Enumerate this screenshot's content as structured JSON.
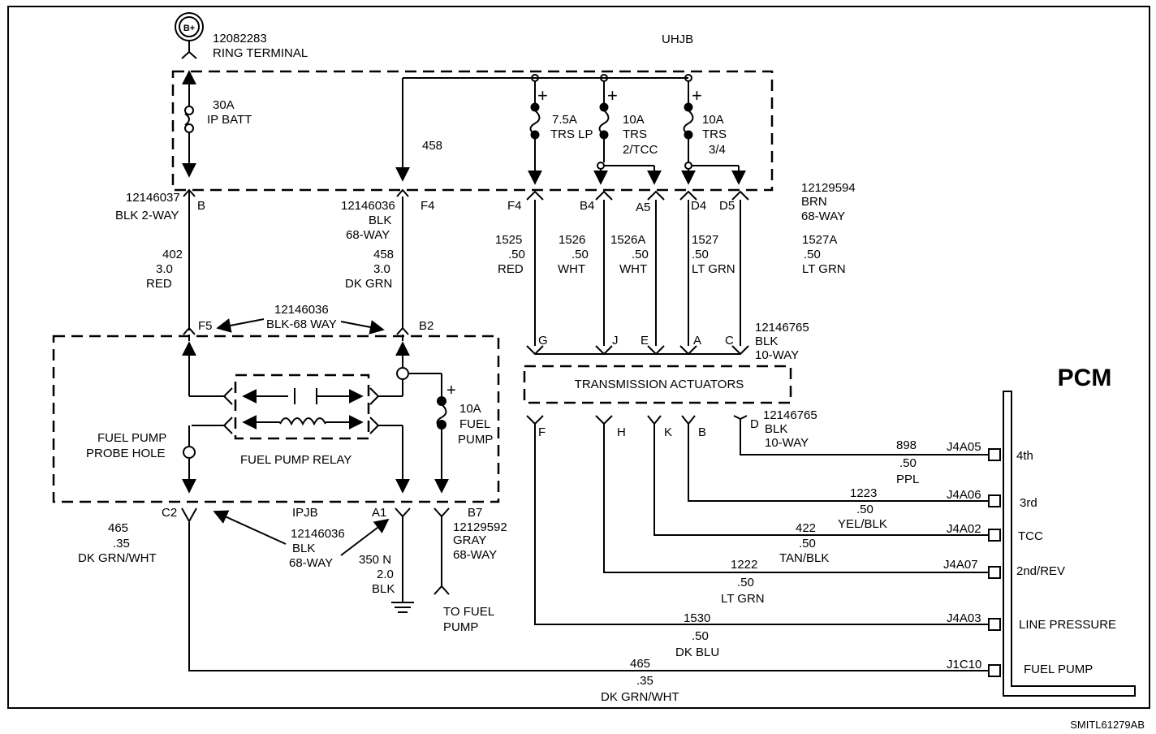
{
  "b_plus": "B+",
  "ring": {
    "part": "12082283",
    "name": "RING TERMINAL"
  },
  "uhjb": "UHJB",
  "fuses_uhjb": [
    {
      "amps": "30A",
      "name": "IP BATT"
    },
    {
      "amps": "7.5A",
      "name": "TRS LP"
    },
    {
      "amps": "10A",
      "name": "TRS",
      "name2": "2/TCC"
    },
    {
      "amps": "10A",
      "name": "TRS",
      "name2": "3/4"
    }
  ],
  "circuit_458_label": "458",
  "conn_blk2": {
    "part": "12146037",
    "desc": "BLK 2-WAY",
    "pin": "B"
  },
  "conn_blk68_a": {
    "part": "12146036",
    "color": "BLK",
    "way": "68-WAY",
    "pin": "F4"
  },
  "conn_brn68": {
    "part": "12129594",
    "color": "BRN",
    "way": "68-WAY"
  },
  "brn_pins": [
    "F4",
    "B4",
    "A5",
    "D4",
    "D5"
  ],
  "wire_402": {
    "num": "402",
    "gauge": "3.0",
    "color": "RED"
  },
  "wire_458": {
    "num": "458",
    "gauge": "3.0",
    "color": "DK GRN"
  },
  "wire_1525": {
    "num": "1525",
    "gauge": ".50",
    "color": "RED"
  },
  "wire_1526": {
    "num": "1526",
    "gauge": ".50",
    "color": "WHT"
  },
  "wire_1526a": {
    "num": "1526A",
    "gauge": ".50",
    "color": "WHT"
  },
  "wire_1527": {
    "num": "1527",
    "gauge": ".50",
    "color": "LT GRN"
  },
  "wire_1527a": {
    "num": "1527A",
    "gauge": ".50",
    "color": "LT GRN"
  },
  "conn_f5_b2": {
    "part": "12146036",
    "desc": "BLK-68 WAY",
    "pin_left": "F5",
    "pin_right": "B2"
  },
  "conn_blk10_top": {
    "part": "12146765",
    "color": "BLK",
    "way": "10-WAY"
  },
  "top_pins": [
    "G",
    "J",
    "E",
    "A",
    "C"
  ],
  "trans_actuators": "TRANSMISSION ACTUATORS",
  "bottom_pins": [
    "F",
    "H",
    "K",
    "B",
    "D"
  ],
  "conn_blk10_bot": {
    "part": "12146765",
    "color": "BLK",
    "way": "10-WAY"
  },
  "relay": {
    "probe": "FUEL PUMP",
    "probe2": "PROBE HOLE",
    "name": "FUEL PUMP RELAY"
  },
  "fuse_fuel": {
    "amps": "10A",
    "name": "FUEL",
    "name2": "PUMP"
  },
  "ipjb": "IPJB",
  "pins_ipjb": {
    "c2": "C2",
    "a1": "A1",
    "b7": "B7"
  },
  "conn_ipjb": {
    "part": "12146036",
    "color": "BLK",
    "way": "68-WAY"
  },
  "conn_gray": {
    "part": "12129592",
    "color": "GRAY",
    "way": "68-WAY"
  },
  "wire_465_left": {
    "num": "465",
    "gauge": ".35",
    "color": "DK GRN/WHT"
  },
  "wire_350": {
    "num": "350 N",
    "gauge": "2.0",
    "color": "BLK"
  },
  "to_fuel_pump": {
    "l1": "TO FUEL",
    "l2": "PUMP"
  },
  "pcm": "PCM",
  "pcm_rows": [
    {
      "wire": "898",
      "gauge": ".50",
      "color": "PPL",
      "pin": "J4A05",
      "label": "4th"
    },
    {
      "wire": "1223",
      "gauge": ".50",
      "color": "YEL/BLK",
      "pin": "J4A06",
      "label": "3rd"
    },
    {
      "wire": "422",
      "gauge": ".50",
      "color": "TAN/BLK",
      "pin": "J4A02",
      "label": "TCC"
    },
    {
      "wire": "1222",
      "gauge": ".50",
      "color": "LT GRN",
      "pin": "J4A07",
      "label": "2nd/REV"
    },
    {
      "wire": "1530",
      "gauge": ".50",
      "color": "DK BLU",
      "pin": "J4A03",
      "label": "LINE PRESSURE"
    },
    {
      "wire": "465",
      "gauge": ".35",
      "color": "DK GRN/WHT",
      "pin": "J1C10",
      "label": "FUEL PUMP"
    }
  ],
  "figure_code": "SMITL61279AB"
}
